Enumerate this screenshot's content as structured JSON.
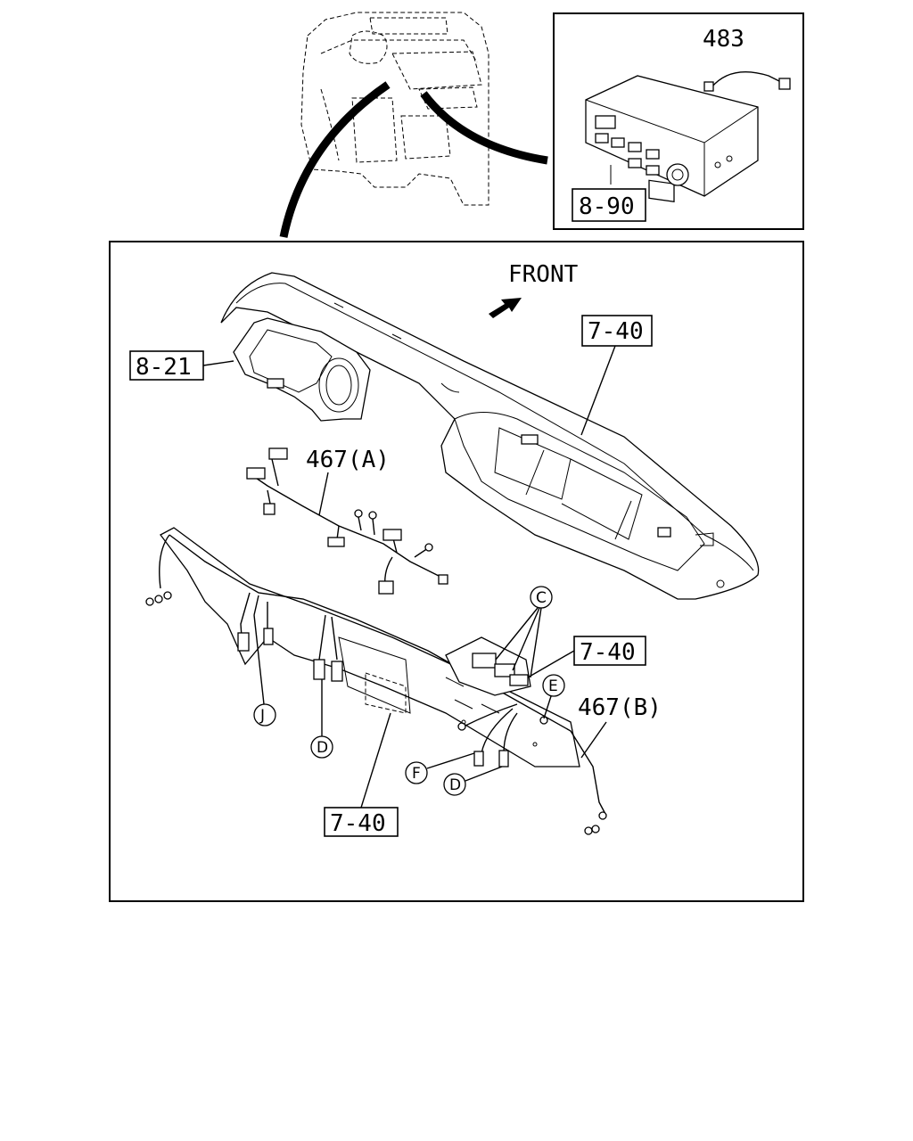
{
  "labels": {
    "front": "FRONT",
    "p483": "483",
    "p890": "8-90",
    "p821": "8-21",
    "p740_top": "7-40",
    "p467a": "467(A)",
    "p740_mid": "7-40",
    "p467b": "467(B)",
    "p740_bottom": "7-40"
  },
  "callouts": {
    "c": "C",
    "e": "E",
    "j": "J",
    "d1": "D",
    "f": "F",
    "d2": "D"
  }
}
